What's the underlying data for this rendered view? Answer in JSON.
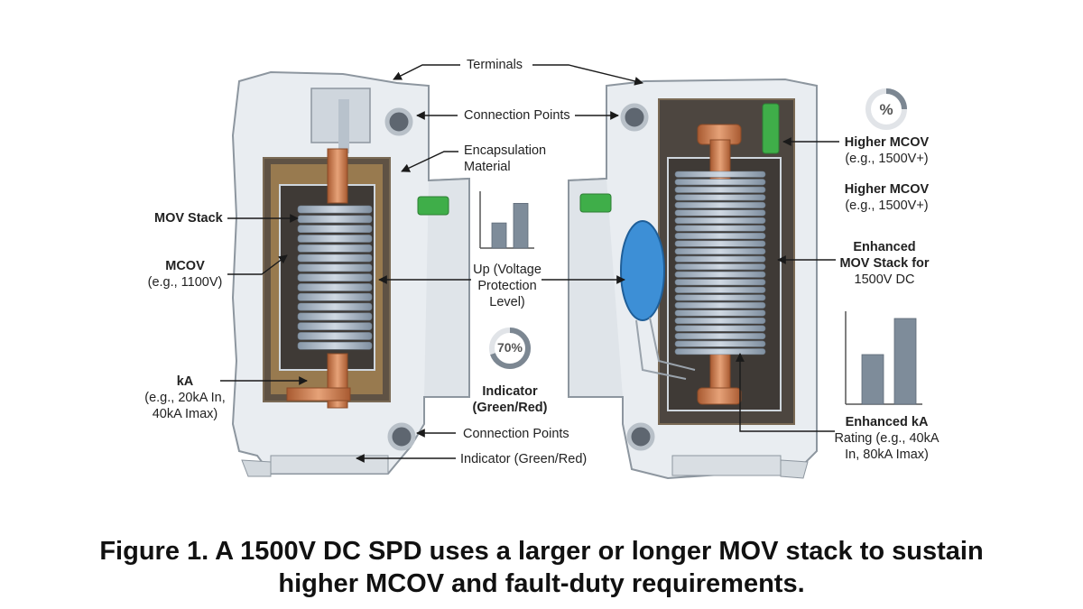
{
  "labels": {
    "terminals": "Terminals",
    "connection_points_top": "Connection Points",
    "encapsulation_1": "Encapsulation",
    "encapsulation_2": "Material",
    "mov_stack": "MOV Stack",
    "mcov_1": "MCOV",
    "mcov_2": "(e.g., 1100V)",
    "ka_1": "kA",
    "ka_2": "(e.g., 20kA In,",
    "ka_3": "40kA Imax)",
    "up_1": "Up (Voltage",
    "up_2": "Protection",
    "up_3": "Level)",
    "gauge_pct": "70%",
    "indicator_center_1": "Indicator",
    "indicator_center_2": "(Green/Red)",
    "connection_points_bottom": "Connection Points",
    "indicator_bottom": "Indicator (Green/Red)",
    "percent_symbol": "%",
    "higher_mcov_a_1": "Higher MCOV",
    "higher_mcov_a_2": "(e.g., 1500V+)",
    "higher_mcov_b_1": "Higher MCOV",
    "higher_mcov_b_2": "(e.g., 1500V+)",
    "enhanced_mov_1": "Enhanced",
    "enhanced_mov_2": "MOV Stack for",
    "enhanced_mov_3": "1500V DC",
    "enhanced_ka_1": "Enhanced kA",
    "enhanced_ka_2": "Rating (e.g., 40kA",
    "enhanced_ka_3": "In, 80kA Imax)"
  },
  "mini_charts": {
    "center_bars": [
      0.45,
      0.8
    ],
    "right_bars": [
      0.55,
      0.95
    ]
  },
  "gauge": {
    "value": 0.7
  },
  "caption": {
    "line1": "Figure 1. A 1500V DC SPD uses a larger or longer MOV stack to sustain",
    "line2": "higher MCOV and fault-duty requirements."
  },
  "colors": {
    "housing": "#e9edf1",
    "housing_edge": "#8d969f",
    "copper": "#c8784a",
    "mov_plate": "#a9b7c6",
    "indicator_green": "#3fae49",
    "capacitor_blue": "#3d8fd6",
    "bar_fill": "#7e8c9a",
    "leader": "#1a1a1a"
  }
}
